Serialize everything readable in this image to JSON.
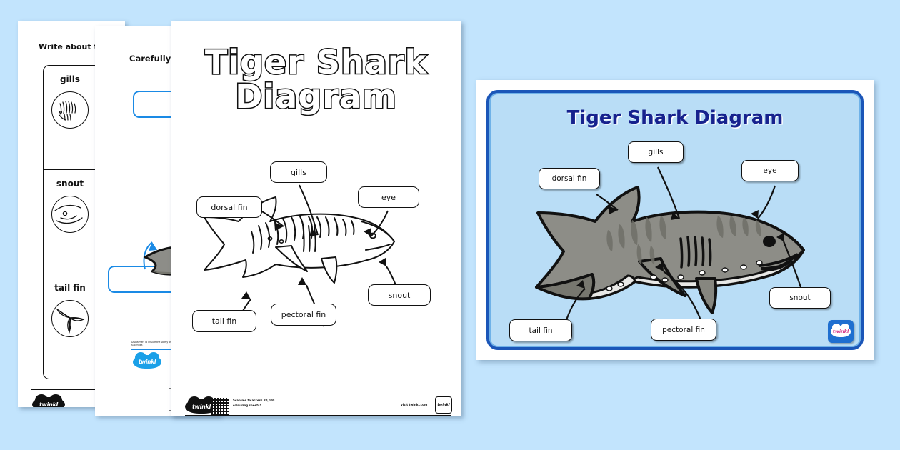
{
  "background_color": "#c2e4fd",
  "worksheet_write": {
    "heading": "Write about th",
    "rows": [
      {
        "label": "gills",
        "icon": "gills-circle-icon"
      },
      {
        "label": "snout",
        "icon": "snout-circle-icon"
      },
      {
        "label": "tail fin",
        "icon": "tail-fin-circle-icon"
      }
    ],
    "logo_text": "twinkl"
  },
  "worksheet_cut": {
    "heading": "Carefully cut",
    "accent_color": "#1a8ae5",
    "logo_text": "twinkl",
    "disclaimer": "Disclaimer: To ensure the safety of the children using this resource, please supervise."
  },
  "main_sheet": {
    "title_line1": "Tiger Shark",
    "title_line2": "Diagram",
    "labels": [
      {
        "name": "dorsal fin",
        "text": "dorsal fin"
      },
      {
        "name": "gills",
        "text": "gills"
      },
      {
        "name": "eye",
        "text": "eye"
      },
      {
        "name": "snout",
        "text": "snout"
      },
      {
        "name": "pectoral fin",
        "text": "pectoral fin"
      },
      {
        "name": "tail fin",
        "text": "tail fin"
      }
    ],
    "footer": {
      "logo_text": "twinkl",
      "qr_caption_line1": "Scan me to access 20,000",
      "qr_caption_line2": "colouring sheets!",
      "visit": "visit twinkl.com",
      "badge_text": "twinkl"
    }
  },
  "poster": {
    "title": "Tiger Shark Diagram",
    "border_color": "#1b56b8",
    "fill_color": "#b9ddf6",
    "title_color": "#17228e",
    "labels": [
      {
        "name": "dorsal fin",
        "text": "dorsal fin"
      },
      {
        "name": "gills",
        "text": "gills"
      },
      {
        "name": "eye",
        "text": "eye"
      },
      {
        "name": "snout",
        "text": "snout"
      },
      {
        "name": "pectoral fin",
        "text": "pectoral fin"
      },
      {
        "name": "tail fin",
        "text": "tail fin"
      }
    ],
    "badge_text": "twinkl"
  }
}
